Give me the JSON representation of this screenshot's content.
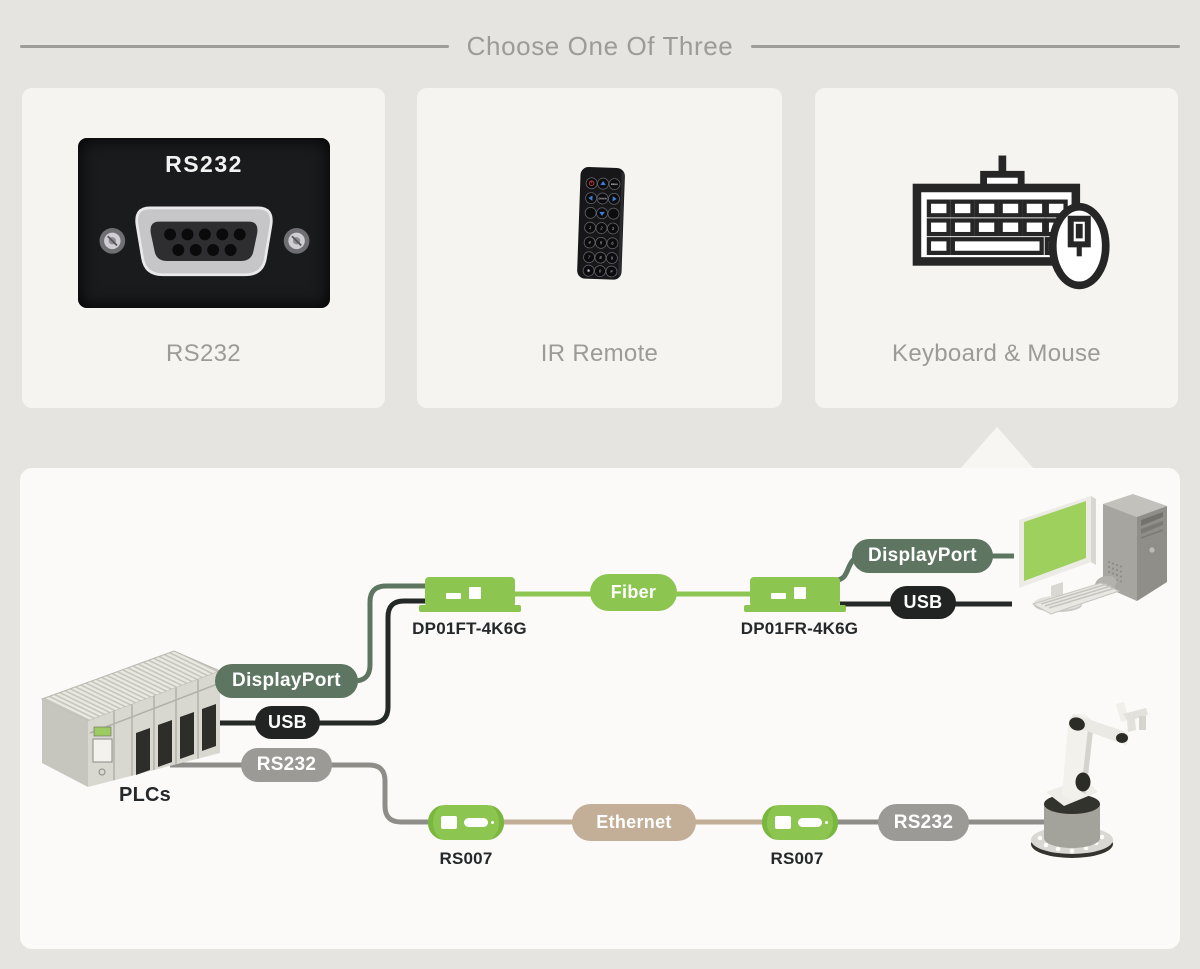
{
  "title": "Choose One Of Three",
  "options": [
    {
      "id": "rs232",
      "label": "RS232",
      "panel_text": "RS232"
    },
    {
      "id": "ir-remote",
      "label": "IR Remote"
    },
    {
      "id": "keyboard-mouse",
      "label": "Keyboard & Mouse"
    }
  ],
  "diagram": {
    "plc_label": "PLCs",
    "ports": {
      "displayport": "DisplayPort",
      "usb": "USB",
      "rs232": "RS232"
    },
    "video_chain": {
      "transmitter_label": "DP01FT-4K6G",
      "link_label": "Fiber",
      "receiver_label": "DP01FR-4K6G",
      "out_displayport": "DisplayPort",
      "out_usb": "USB",
      "endpoint": "computer"
    },
    "control_chain": {
      "transmitter_label": "RS007",
      "link_label": "Ethernet",
      "receiver_label": "RS007",
      "out_rs232": "RS232",
      "endpoint": "robot-arm"
    }
  },
  "colors": {
    "green": "#8cc550",
    "sage": "#5d7561",
    "black_pill": "#212422",
    "gray_pill": "#9b9a96",
    "tan_pill": "#c3ae97",
    "background": "#e6e4e1",
    "card": "#f5f4f1",
    "panel": "#fbfaf8"
  }
}
